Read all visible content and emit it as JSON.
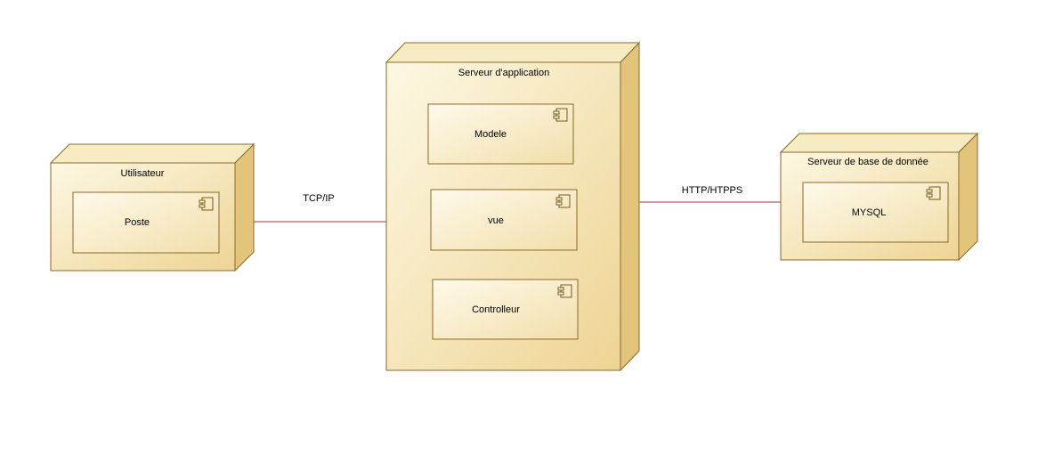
{
  "nodes": {
    "utilisateur": {
      "title": "Utilisateur",
      "components": [
        {
          "label": "Poste",
          "icon": "component-icon"
        }
      ]
    },
    "serveur_application": {
      "title": "Serveur d'application",
      "components": [
        {
          "label": "Modele",
          "icon": "component-icon"
        },
        {
          "label": "vue",
          "icon": "component-icon"
        },
        {
          "label": "Controlleur",
          "icon": "component-icon"
        }
      ]
    },
    "serveur_bdd": {
      "title": "Serveur de base de donnée",
      "components": [
        {
          "label": "MYSQL",
          "icon": "component-icon"
        }
      ]
    }
  },
  "links": [
    {
      "label": "TCP/IP",
      "from": "Utilisateur",
      "to": "Serveur d'application"
    },
    {
      "label": "HTTP/HTPPS",
      "from": "Serveur d'application",
      "to": "Serveur de base de donnée"
    }
  ],
  "colors": {
    "node_fill_light": "#fcf6dc",
    "node_fill_dark": "#efd79a",
    "node_top": "#f7ebc4",
    "node_side": "#e2c57a",
    "node_stroke": "#8a6a28",
    "component_fill_light": "#fdf8e6",
    "component_fill_dark": "#f3e1ae",
    "link_color": "#9b3b3b"
  }
}
